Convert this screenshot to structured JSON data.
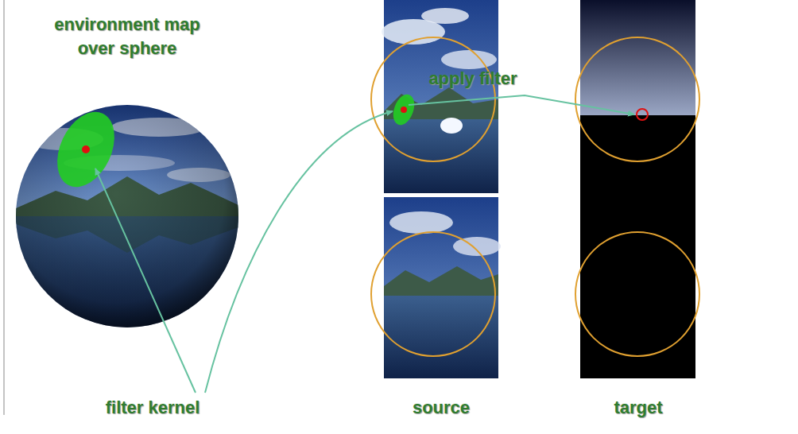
{
  "diagram": {
    "labels": [
      "environment map over sphere",
      "apply filter",
      "filter kernel",
      "source",
      "target"
    ]
  }
}
